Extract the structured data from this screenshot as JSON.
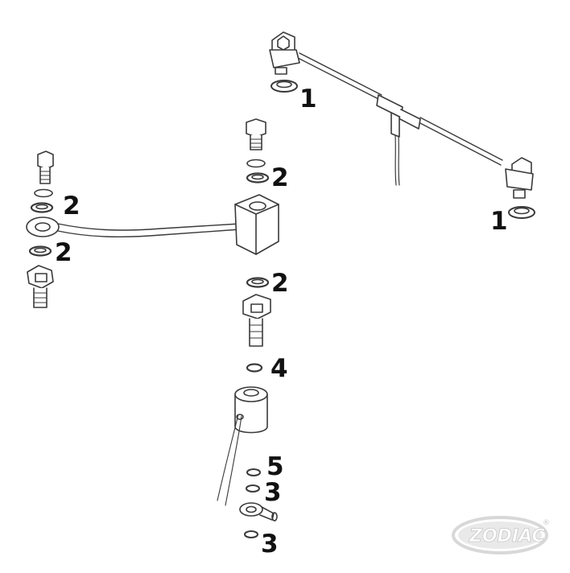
{
  "diagram": {
    "callouts": [
      {
        "id": "c1a",
        "label": "1"
      },
      {
        "id": "c1b",
        "label": "1"
      },
      {
        "id": "c2a",
        "label": "2"
      },
      {
        "id": "c2b",
        "label": "2"
      },
      {
        "id": "c2c",
        "label": "2"
      },
      {
        "id": "c2d",
        "label": "2"
      },
      {
        "id": "c4",
        "label": "4"
      },
      {
        "id": "c5",
        "label": "5"
      },
      {
        "id": "c3a",
        "label": "3"
      },
      {
        "id": "c3b",
        "label": "3"
      }
    ]
  },
  "watermark": {
    "brand": "ZODIAC",
    "trademark": "®"
  }
}
